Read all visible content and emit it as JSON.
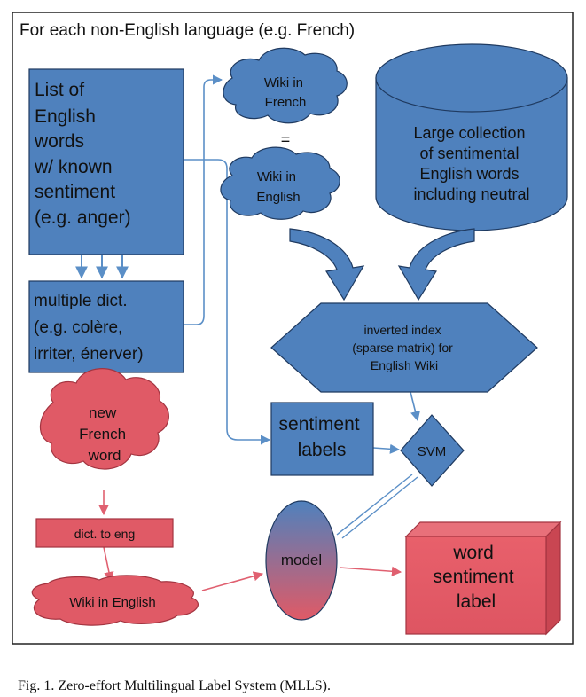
{
  "frame": {
    "title": "For each non-English language (e.g. French)"
  },
  "nodes": {
    "english_words": {
      "lines": [
        "List of",
        "English",
        "words",
        "w/ known",
        "sentiment",
        "(e.g. anger)"
      ]
    },
    "multi_dict": {
      "lines": [
        "multiple dict.",
        "(e.g. colère,",
        "irriter, énerver)"
      ]
    },
    "wiki_french": {
      "lines": [
        "Wiki in",
        "French"
      ]
    },
    "wiki_english_top": {
      "lines": [
        "Wiki in",
        "English"
      ]
    },
    "equals_sign": "=",
    "large_collection": {
      "lines": [
        "Large collection",
        "of sentimental",
        "English words",
        "including neutral"
      ]
    },
    "inverted_index": {
      "lines": [
        "inverted index",
        "(sparse matrix) for",
        "English Wiki"
      ]
    },
    "sentiment_labels": {
      "lines": [
        "sentiment",
        "labels"
      ]
    },
    "svm": {
      "lines": [
        "SVM"
      ]
    },
    "new_word": {
      "lines": [
        "new",
        "French",
        "word"
      ]
    },
    "dict_to_eng": {
      "lines": [
        "dict. to eng"
      ]
    },
    "wiki_english_bottom": {
      "lines": [
        "Wiki in English"
      ]
    },
    "model": {
      "lines": [
        "model"
      ]
    },
    "word_label": {
      "lines": [
        "word",
        "sentiment",
        "label"
      ]
    }
  },
  "caption": "Fig. 1.  Zero-effort Multilingual Label System (MLLS).",
  "colors": {
    "blue_fill": "#4f81bd",
    "blue_stroke": "#1f3a60",
    "blue_arrow": "#5b8fc7",
    "red_fill": "#e05a66",
    "red_stroke": "#a33440",
    "red_arrow": "#e06070"
  }
}
